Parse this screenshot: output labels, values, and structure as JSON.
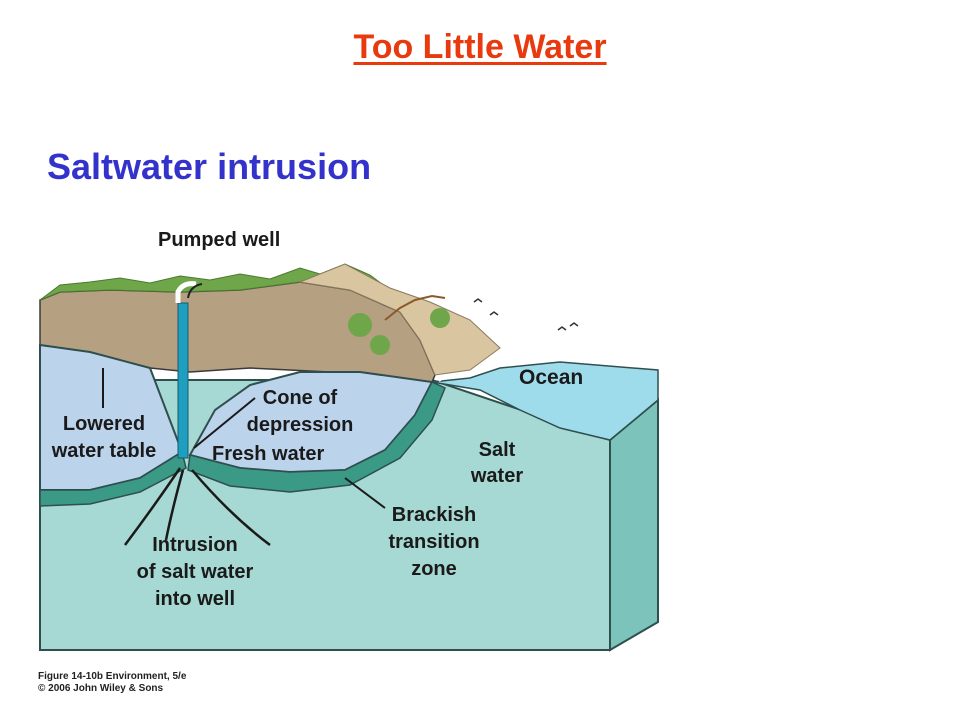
{
  "slide": {
    "title": "Too Little Water",
    "subtitle": "Saltwater intrusion"
  },
  "diagram": {
    "labels": {
      "pumped_well": "Pumped well",
      "ocean": "Ocean",
      "cone_1": "Cone of",
      "cone_2": "depression",
      "fresh_water": "Fresh water",
      "lowered_1": "Lowered",
      "lowered_2": "water table",
      "salt_1": "Salt",
      "salt_2": "water",
      "brackish_1": "Brackish",
      "brackish_2": "transition",
      "brackish_3": "zone",
      "intrusion_1": "Intrusion",
      "intrusion_2": "of salt water",
      "intrusion_3": "into well"
    },
    "colors": {
      "soil": "#b5a082",
      "fresh": "#bcd3ec",
      "salt": "#a6d8d4",
      "brackish": "#3a9a86",
      "ocean": "#9fdceb",
      "grass": "#6fa64a",
      "well": "#1f9fbf"
    }
  },
  "caption": {
    "line1": "Figure 14-10b  Environment, 5/e",
    "line2": "© 2006 John Wiley & Sons"
  }
}
